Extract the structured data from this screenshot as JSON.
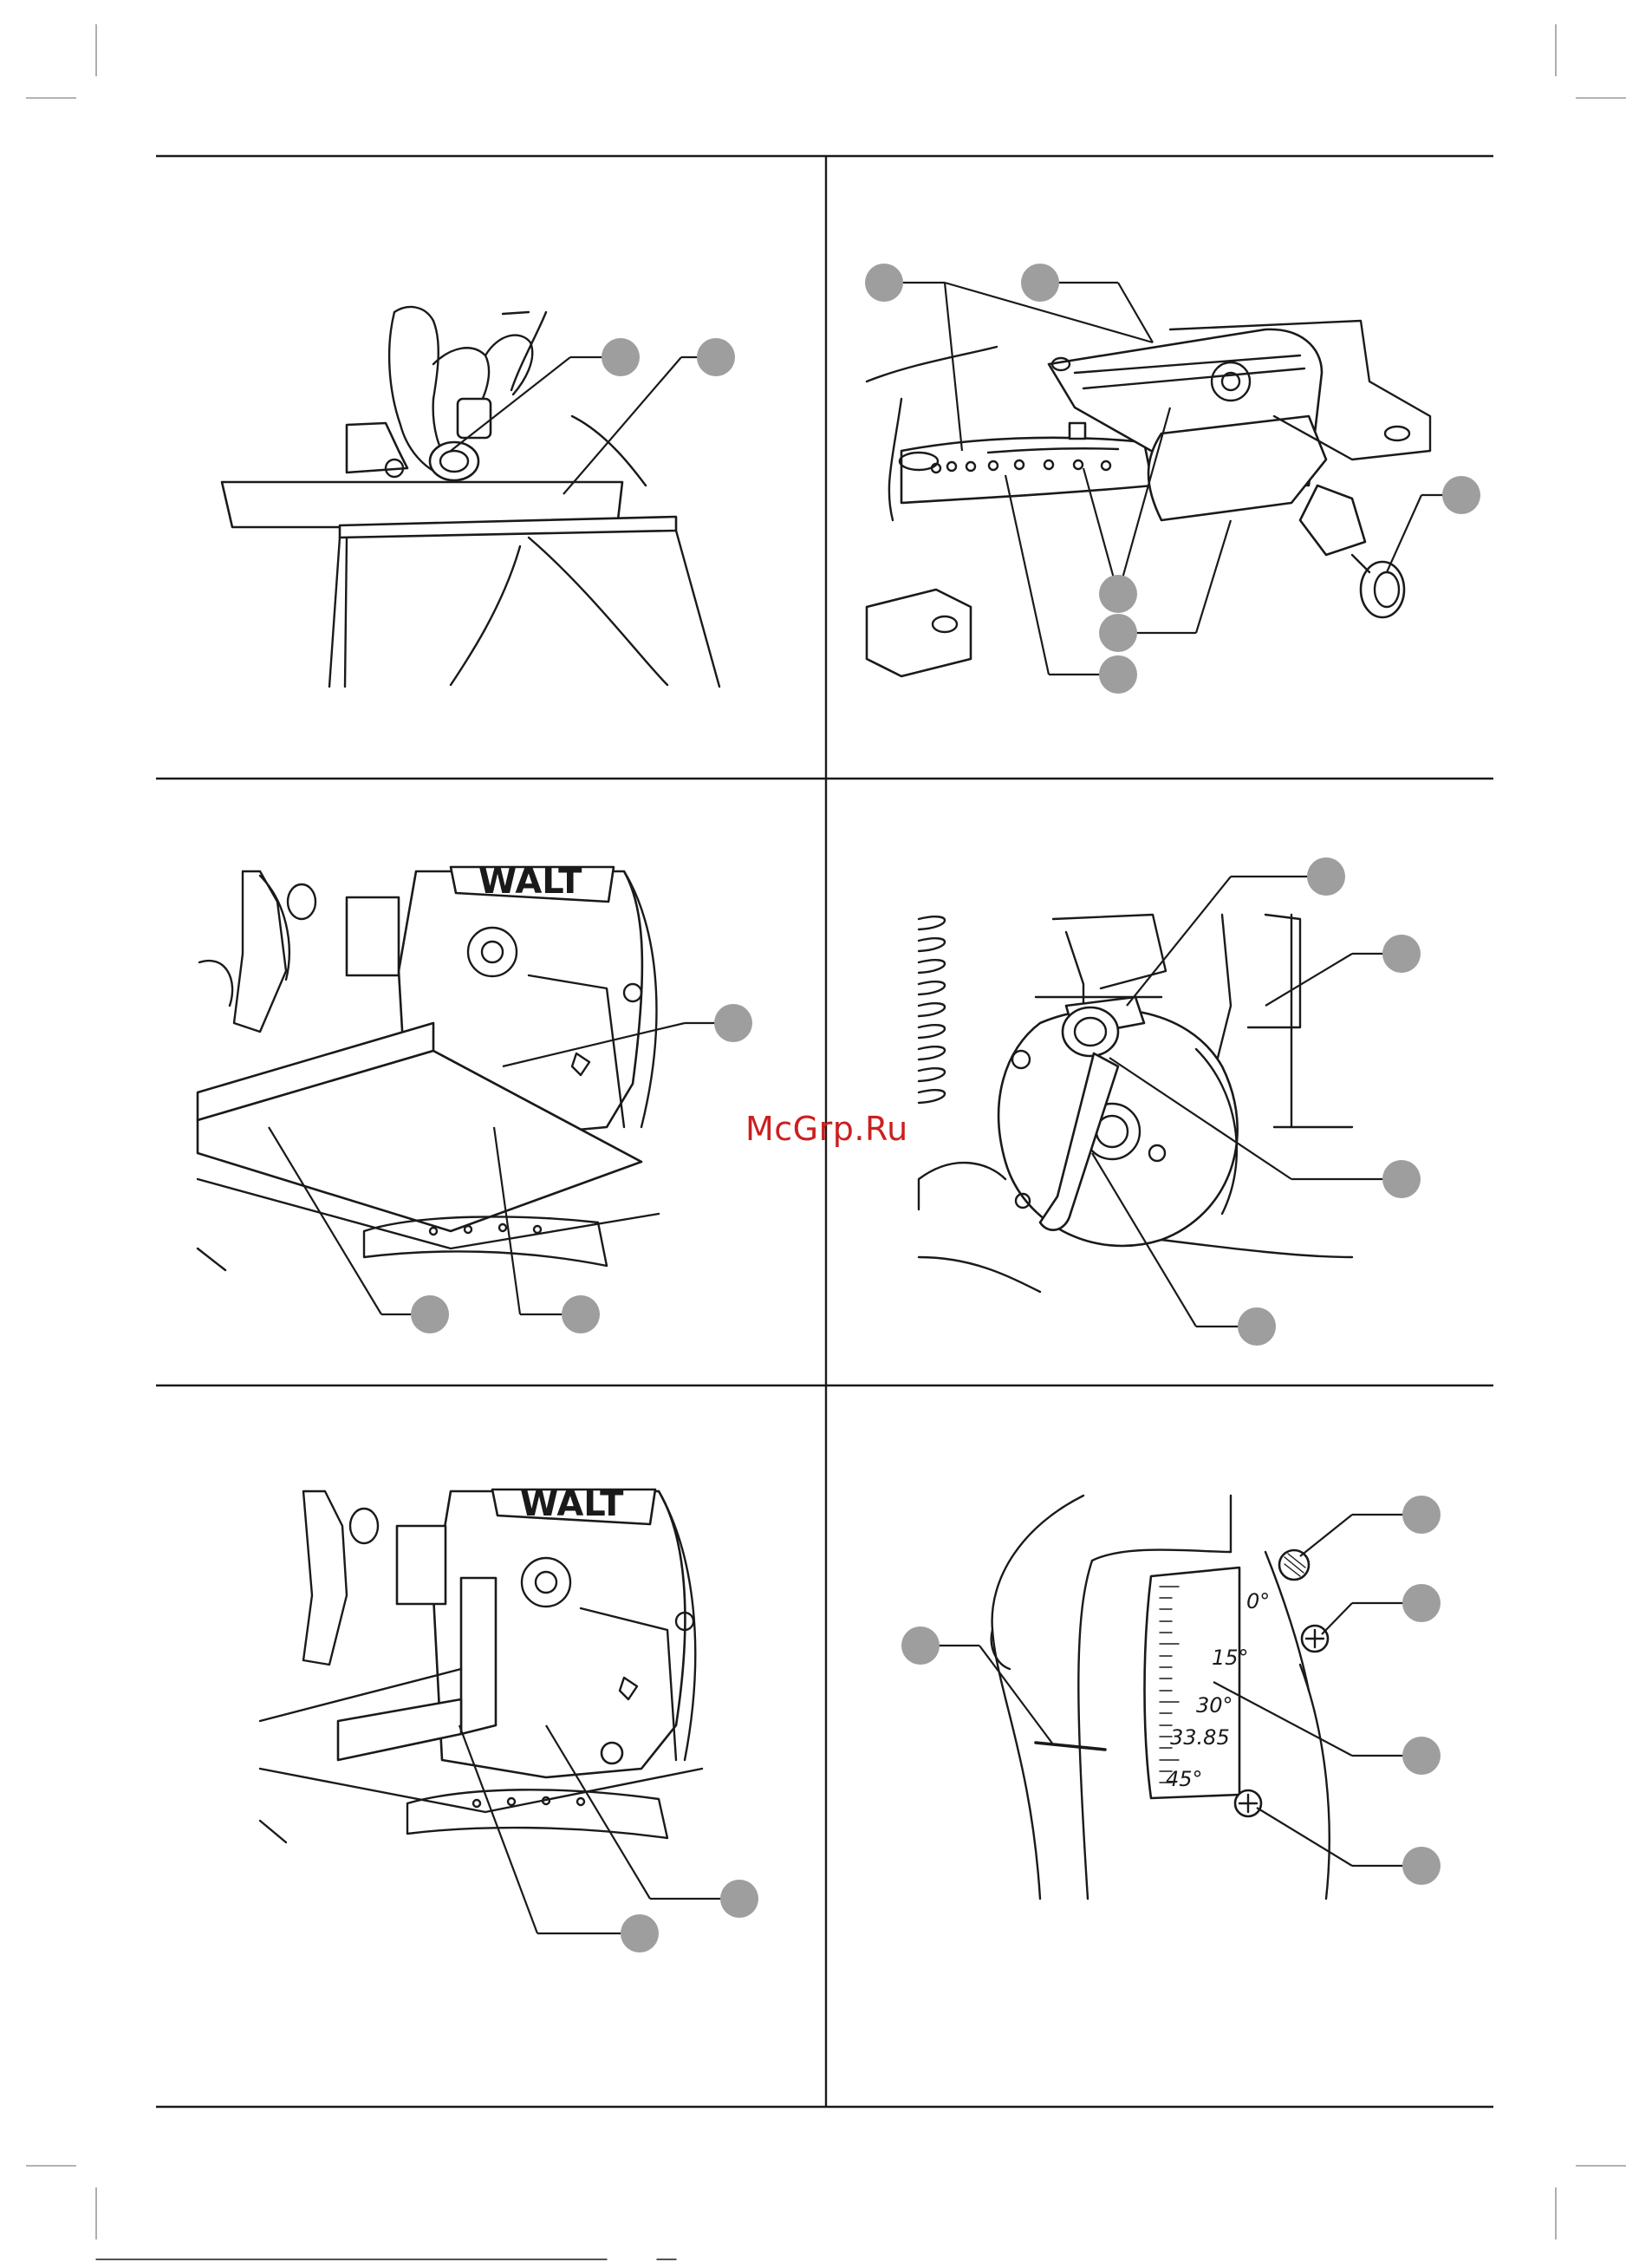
{
  "watermark": "McGrp.Ru",
  "brand_logo": "WALT",
  "miter_scale": {
    "labels": [
      "0°",
      "15°",
      "30°",
      "33.85",
      "45°"
    ]
  },
  "colors": {
    "callout_fill": "#9e9e9e",
    "line": "#1a1a1a",
    "watermark": "#cc1f1f"
  }
}
